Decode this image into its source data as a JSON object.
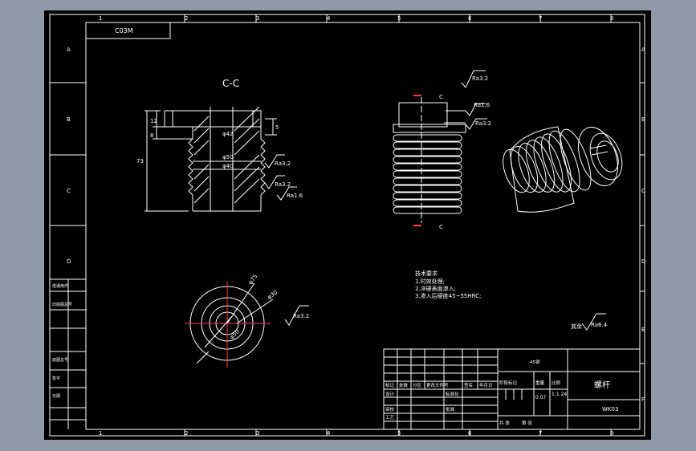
{
  "colors": {
    "background": "#000000",
    "frame": "#8f9aa8",
    "line": "#ffffff",
    "center": "#ff3b3b",
    "arrow": "#ff3b3b"
  },
  "border": {
    "top_numbers": [
      "1",
      "2",
      "3",
      "4",
      "5",
      "6",
      "7",
      "8"
    ],
    "bottom_numbers": [
      "1",
      "2",
      "3",
      "4",
      "5",
      "6",
      "7",
      "8"
    ],
    "left_letters": [
      "A",
      "B",
      "C",
      "D"
    ],
    "right_letters": [
      "A",
      "B",
      "C",
      "D",
      "E",
      "F"
    ]
  },
  "code_box": "C03M",
  "section_view": {
    "title": "C-C",
    "dims": {
      "d42": "φ42",
      "d50": "φ50",
      "d40": "φ40",
      "h73": "73",
      "h12": "12",
      "h8": "8",
      "h5": "5"
    },
    "roughness": [
      "Ra3.2",
      "Ra3.2",
      "Ra1.6"
    ]
  },
  "front_view": {
    "roughness": [
      "Ra3.2",
      "Ra1.6",
      "Ra3.2"
    ],
    "section_mark_top": "C",
    "section_mark_bottom": "C"
  },
  "bottom_view": {
    "dims": [
      "φ75",
      "φ30",
      "φ50"
    ],
    "roughness": "Ra3.2"
  },
  "notes": {
    "title": "技术要求",
    "lines": [
      "1.时效处理;",
      "2.淬硬表面渗入;",
      "3.渗入后硬度45~55HRC;"
    ]
  },
  "overall_roughness": {
    "label": "其余",
    "value": "Ra6.4"
  },
  "left_strip": {
    "labels": [
      "借通用件",
      "旧底图总号",
      "底图总号",
      "签字",
      "日期"
    ]
  },
  "title_block": {
    "material": "45钢",
    "part_name": "螺杆",
    "drawing_number": "WK03",
    "weight": "0.07",
    "scale": "1:1.24",
    "row_headers": [
      "标记",
      "处数",
      "分区",
      "更改文件号",
      "签名",
      "年月日"
    ],
    "roles": [
      "设计",
      "审核",
      "工艺"
    ],
    "mid_labels": [
      "标准化",
      "批准"
    ],
    "right_headers": [
      "阶段标记",
      "重量",
      "比例"
    ],
    "footer": [
      "共 张",
      "第 张"
    ]
  }
}
